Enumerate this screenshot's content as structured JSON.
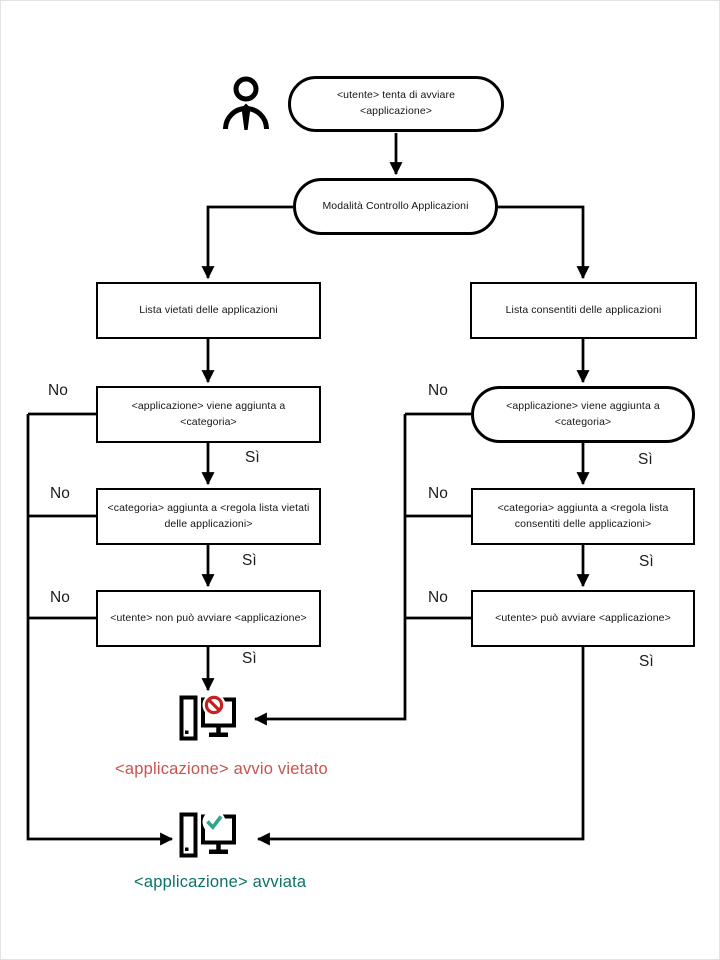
{
  "diagram": {
    "language": "it",
    "labels": {
      "yes": "Sì",
      "no": "No"
    },
    "nodes": {
      "start": {
        "shape": "stadium",
        "lines": [
          "<utente> tenta di avviare",
          "<applicazione>"
        ]
      },
      "mode": {
        "shape": "stadium",
        "lines": [
          "Modalità Controllo Applicazioni"
        ]
      },
      "denylist": {
        "shape": "rect",
        "lines": [
          "Lista vietati delle applicazioni"
        ]
      },
      "allowlist": {
        "shape": "rect",
        "lines": [
          "Lista consentiti delle applicazioni"
        ]
      },
      "deny_app_cat": {
        "shape": "rect",
        "lines": [
          "<applicazione> viene aggiunta a",
          "<categoria>"
        ]
      },
      "allow_app_cat": {
        "shape": "stadium",
        "lines": [
          "<applicazione> viene aggiunta a",
          "<categoria>"
        ]
      },
      "deny_cat_rule": {
        "shape": "rect",
        "lines": [
          "<categoria> aggiunta a <regola lista vietati",
          "delle applicazioni>"
        ]
      },
      "allow_cat_rule": {
        "shape": "rect",
        "lines": [
          "<categoria> aggiunta a <regola lista",
          "consentiti delle applicazioni>"
        ]
      },
      "deny_user": {
        "shape": "rect",
        "lines": [
          "<utente> non può avviare <applicazione>"
        ]
      },
      "allow_user": {
        "shape": "rect",
        "lines": [
          "<utente> può avviare <applicazione>"
        ]
      }
    },
    "outcomes": {
      "blocked": {
        "label": "<applicazione> avvio vietato",
        "color": "#c9534d",
        "icon": "computer-blocked-icon",
        "sign_color": "#c5221f"
      },
      "started": {
        "label": "<applicazione> avviata",
        "color": "#0d7268",
        "icon": "computer-started-icon",
        "sign_color": "#2ea58c"
      }
    },
    "icons": [
      "user-icon",
      "computer-blocked-icon",
      "computer-started-icon"
    ],
    "line_color": "#000000"
  }
}
